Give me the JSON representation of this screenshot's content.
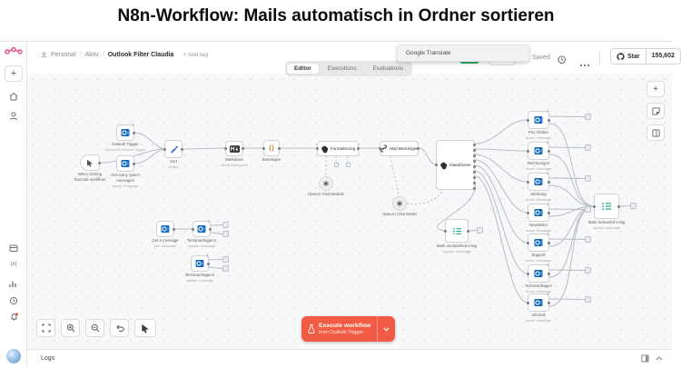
{
  "page": {
    "title": "N8n-Workflow: Mails automatisch in Ordner sortieren"
  },
  "header": {
    "breadcrumb": {
      "project": "Personal",
      "sep": "/",
      "folder": "Aktiv",
      "workflow": "Outlook Filter Claudia"
    },
    "add_tag": "+ Add tag",
    "tooltip": "Google Translate",
    "saved": "Saved",
    "star": {
      "label": "Star",
      "count": "155,602"
    }
  },
  "tabs": [
    {
      "label": "Editor"
    },
    {
      "label": "Executions"
    },
    {
      "label": "Evaluations"
    }
  ],
  "canvas": {
    "nodes": {
      "manual": {
        "label": "When clicking 'Execute workflow'"
      },
      "outlook_trigger": {
        "label": "Outlook Trigger",
        "sub": "Microsoft Outlook Trigger"
      },
      "get_many": {
        "label": "Get many Select messages",
        "sub": "getAll: message"
      },
      "sort": {
        "label": "Sort",
        "sub": "simple"
      },
      "markdown": {
        "label": "Markdown",
        "sub": "htmlToMarkdown"
      },
      "code": {
        "label": "Bereinigen"
      },
      "formatierung": {
        "label": "Formatierung"
      },
      "mail_bereinigen": {
        "label": "Mail Bereinigen"
      },
      "openai1": {
        "label": "OpenAI Chat Model1"
      },
      "openai2": {
        "label": "OpenAI Chat Model"
      },
      "klassifizierer": {
        "label": "Klassifizierer"
      },
      "teal1": {
        "label": "Mark unclassified e-tag",
        "sub": "update: message"
      },
      "teal2": {
        "label": "Mark answered e-tag",
        "sub": "update: message"
      },
      "get_message": {
        "label": "Get a message",
        "sub": "get: message"
      },
      "termin1": {
        "label": "Terminanfragen1",
        "sub": "update: message"
      },
      "termin2": {
        "label": "Terminanfragen2",
        "sub": "update: message"
      }
    },
    "folders": [
      {
        "label": "Prio Ordner",
        "sub": "move: message"
      },
      {
        "label": "Rechnungen",
        "sub": "move: message"
      },
      {
        "label": "Werbung",
        "sub": "move: message"
      },
      {
        "label": "Newsletter",
        "sub": "move: message"
      },
      {
        "label": "Support",
        "sub": "move: message"
      },
      {
        "label": "Terminanfragen",
        "sub": "move: message"
      },
      {
        "label": "Infomail",
        "sub": "move: message"
      }
    ],
    "execute": {
      "label": "Execute workflow",
      "sub": "from Outlook Trigger"
    }
  },
  "logs": {
    "label": "Logs"
  },
  "icons": {
    "plus": "+"
  }
}
